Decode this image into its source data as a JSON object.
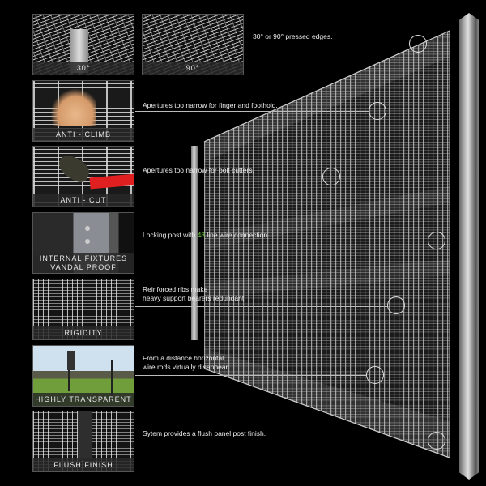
{
  "thumbnails": [
    {
      "id": "pressed-30",
      "caption": "30°"
    },
    {
      "id": "pressed-90",
      "caption": "90°"
    },
    {
      "id": "anti-climb",
      "caption": "ANTI - CLIMB"
    },
    {
      "id": "anti-cut",
      "caption": "ANTI - CUT"
    },
    {
      "id": "internal-fixtures",
      "caption_line1": "INTERNAL FIXTURES",
      "caption_line2": "VANDAL PROOF"
    },
    {
      "id": "rigidity",
      "caption": "RIGIDITY"
    },
    {
      "id": "highly-transparent",
      "caption": "HIGHLY TRANSPARENT"
    },
    {
      "id": "flush-finish",
      "caption": "FLUSH FINISH"
    }
  ],
  "callouts": [
    {
      "text": "30° or 90° pressed edges."
    },
    {
      "text": "Apertures too narrow for finger and foothold."
    },
    {
      "text": "Apertures too narrow for bolt cutters."
    },
    {
      "text_before": "Locking post with ",
      "highlight": "48",
      "text_after": " line wire connection."
    },
    {
      "line1": "Reinforced ribs make",
      "line2": "heavy support bearers redundant."
    },
    {
      "line1": "From a distance horizontal",
      "line2": "wire rods virtually disappear."
    },
    {
      "text": "Sytem provides a flush panel post finish."
    }
  ],
  "colors": {
    "background": "#000000",
    "highlight": "#6fcf3a",
    "anti_cut_handle": "#e02020",
    "leader_line": "#bbbbbb"
  }
}
